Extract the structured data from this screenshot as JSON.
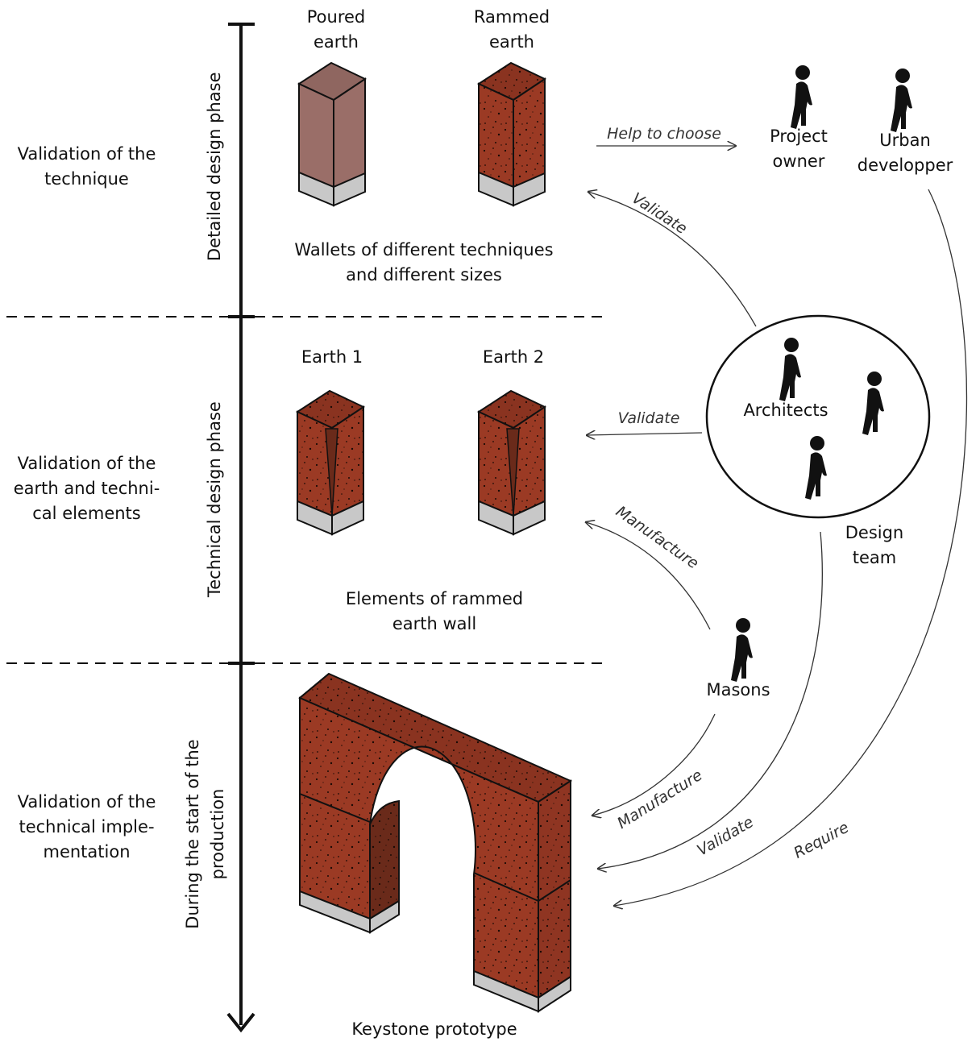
{
  "colors": {
    "earth": "#9b3a24",
    "earth_top": "#8a3320",
    "earth_dark": "#6a2a1a",
    "poured": "#9a6e68",
    "base": "#c8c8c8",
    "line": "#111111"
  },
  "timeline": {
    "phases": [
      {
        "phase_label": "Detailed design phase",
        "validation_label": "Validation of the\ntechnique"
      },
      {
        "phase_label": "Technical design phase",
        "validation_label": "Validation of the\nearth and techni-\ncal elements"
      },
      {
        "phase_label": "During the start of the\nproduction",
        "validation_label": "Validation of the\ntechnical imple-\nmentation"
      }
    ]
  },
  "row1": {
    "sample_a": "Poured\nearth",
    "sample_b": "Rammed\nearth",
    "caption": "Wallets of different techniques\nand different sizes"
  },
  "row2": {
    "sample_a": "Earth 1",
    "sample_b": "Earth 2",
    "caption": "Elements of rammed\nearth wall"
  },
  "row3": {
    "caption": "Keystone prototype"
  },
  "actors": {
    "project_owner": "Project\nowner",
    "urban_developer": "Urban\ndevelopper",
    "architects": "Architects",
    "design_team": "Design\nteam",
    "masons": "Masons"
  },
  "arrows": {
    "help_to_choose": "Help to choose",
    "validate_top": "Validate",
    "validate_mid": "Validate",
    "manufacture_mid": "Manufacture",
    "manufacture_low": "Manufacture",
    "validate_low": "Validate",
    "require": "Require"
  }
}
